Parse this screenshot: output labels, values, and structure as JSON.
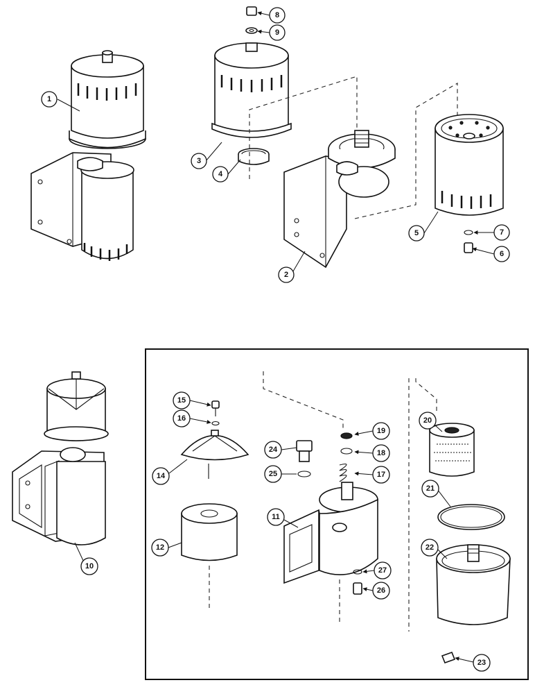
{
  "callouts": {
    "c1": "1",
    "c2": "2",
    "c3": "3",
    "c4": "4",
    "c5": "5",
    "c6": "6",
    "c7": "7",
    "c8": "8",
    "c9": "9",
    "c10": "10",
    "c11": "11",
    "c12": "12",
    "c14": "14",
    "c15": "15",
    "c16": "16",
    "c17": "17",
    "c18": "18",
    "c19": "19",
    "c20": "20",
    "c21": "21",
    "c22": "22",
    "c23": "23",
    "c24": "24",
    "c25": "25",
    "c26": "26",
    "c27": "27"
  }
}
